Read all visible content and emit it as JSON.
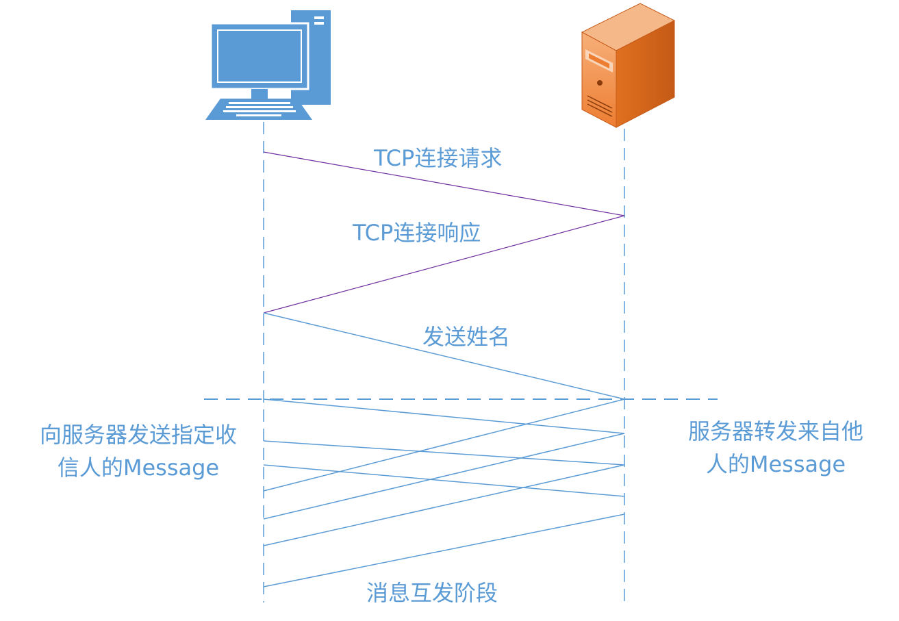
{
  "colors": {
    "label": "#5b9bd5",
    "handshake_line": "#7030a0",
    "message_line": "#5b9bd5",
    "lifeline": "#5b9bd5",
    "client_icon": "#5b9bd5",
    "server_icon": "#ed7d31"
  },
  "icons": {
    "client": "desktop-computer-icon",
    "server": "server-tower-icon"
  },
  "labels": {
    "tcp_request": "TCP连接请求",
    "tcp_response": "TCP连接响应",
    "send_name": "发送姓名",
    "client_send_line1": "向服务器发送指定收",
    "client_send_line2": "信人的Message",
    "server_forward_line1": "服务器转发来自他",
    "server_forward_line2": "人的Message",
    "phase": "消息互发阶段"
  }
}
